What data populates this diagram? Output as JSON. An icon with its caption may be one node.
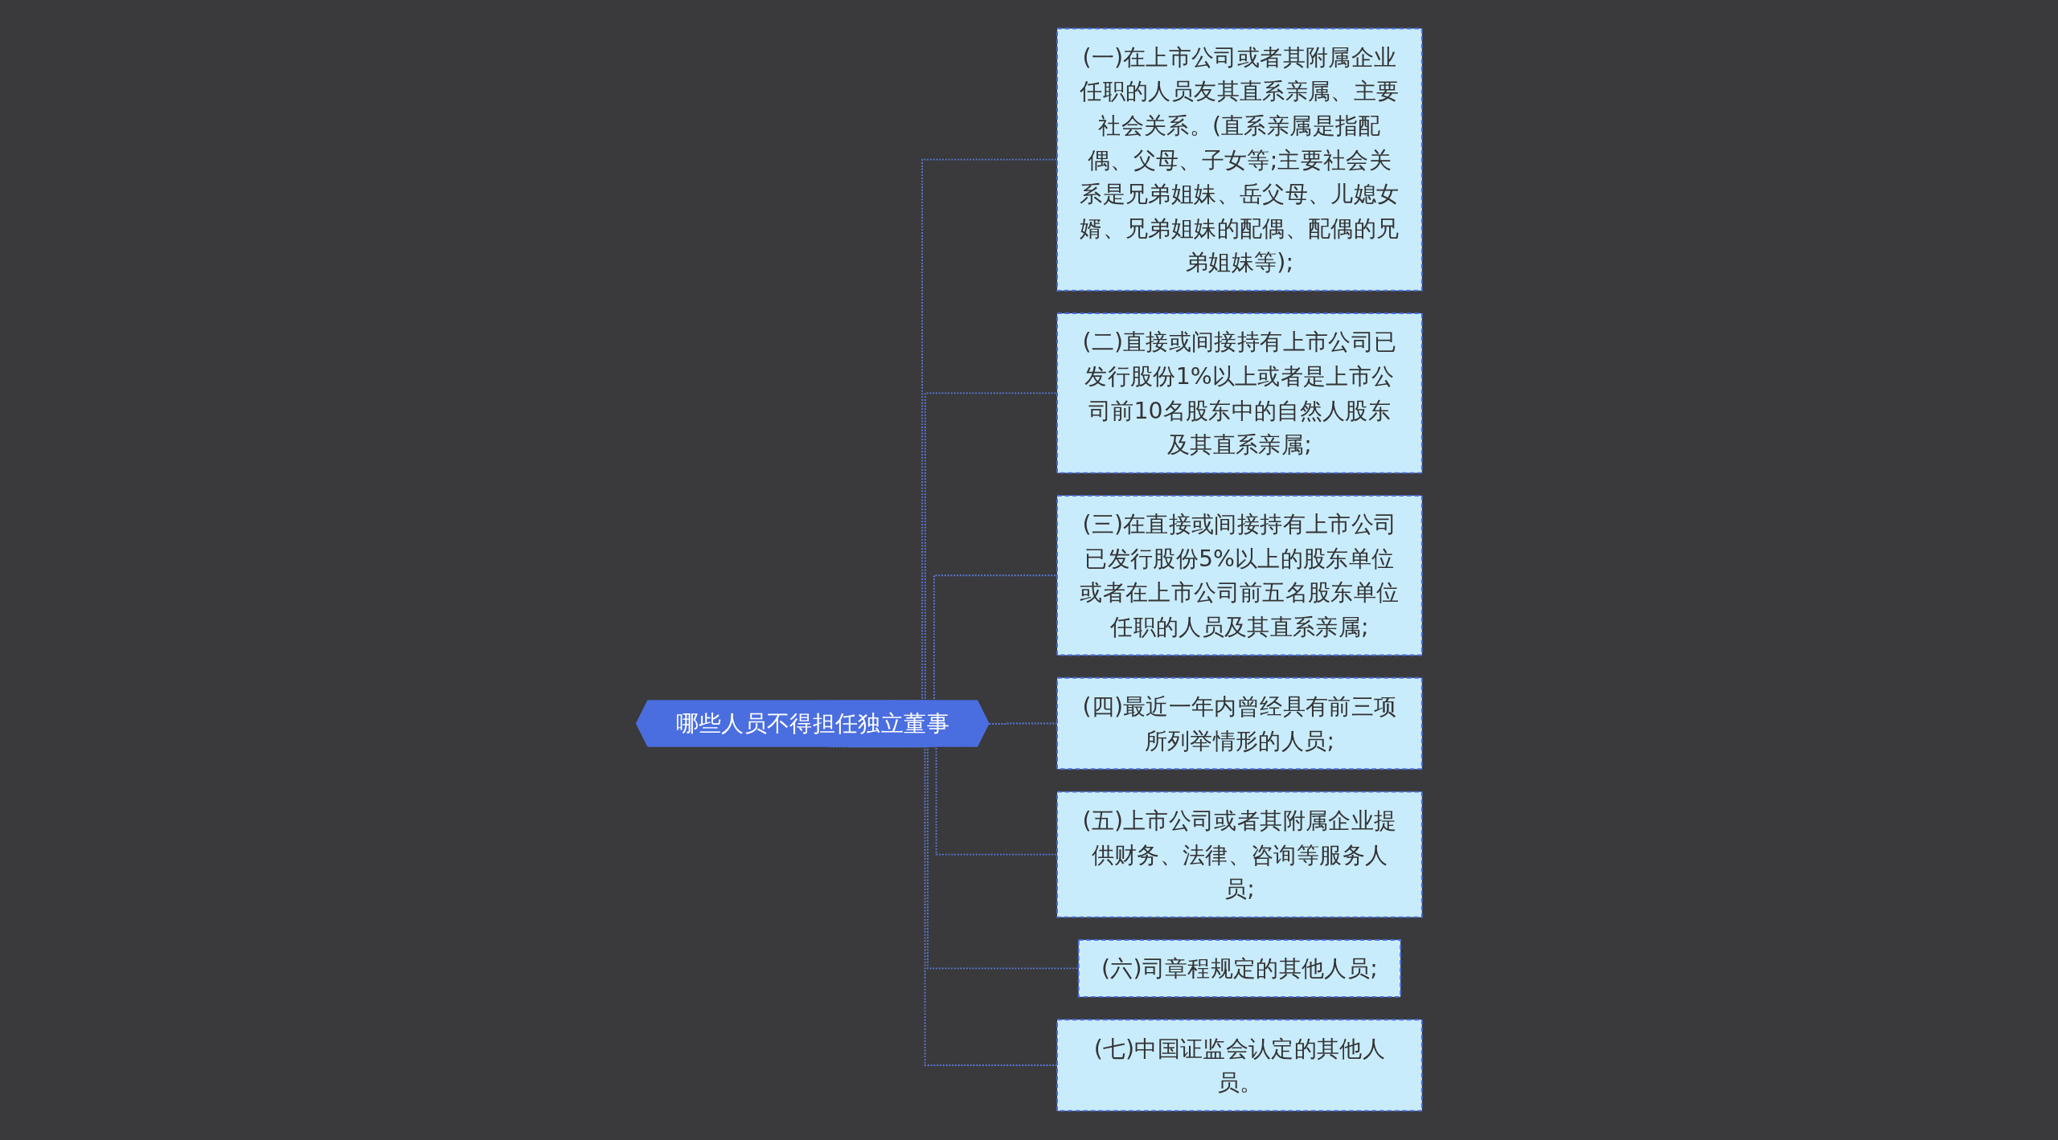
{
  "diagram": {
    "nodes": [
      {
        "text": [
          "哪些人员不得担任独立董事"
        ]
      },
      {
        "text": [
          "(一)在上市公司或者其附属企业任职的人员友其直系亲属、主要社会关系。(直系亲属是指配偶、父母、子女等;主要社会关系是兄弟姐妹、岳父母、儿媳女婿、兄弟姐妹的配偶、配偶的兄弟姐妹等);"
        ]
      },
      {
        "text": [
          "(二)直接或间接持有上市公司已发行股份1%以上或者是上市公司前10名股东中的自然人股东及其直系亲属;"
        ]
      },
      {
        "text": [
          "(三)在直接或间接持有上市公司已发行股份5%以上的股东单位或者在上市公司前五名股东单位任职的人员及其直系亲属;"
        ]
      },
      {
        "text": [
          "(四)最近一年内曾经具有前三项所列举情形的人员;"
        ]
      },
      {
        "text": [
          "(五)上市公司或者其附属企业提供财务、法律、咨询等服务人员;"
        ]
      },
      {
        "text": [
          "(六)司章程规定的其他人员;"
        ]
      },
      {
        "text": [
          "(七)中国证监会认定的其他人员。"
        ]
      }
    ],
    "edges": [
      {
        "from": 0,
        "to": 1,
        "arrow": "none",
        "style": "dashed"
      },
      {
        "from": 0,
        "to": 2,
        "arrow": "none",
        "style": "dashed"
      },
      {
        "from": 0,
        "to": 3,
        "arrow": "none",
        "style": "dashed"
      },
      {
        "from": 0,
        "to": 4,
        "arrow": "none",
        "style": "dashed"
      },
      {
        "from": 0,
        "to": 5,
        "arrow": "none",
        "style": "dashed"
      },
      {
        "from": 0,
        "to": 6,
        "arrow": "none",
        "style": "dashed"
      },
      {
        "from": 0,
        "to": 7,
        "arrow": "none",
        "style": "dashed"
      }
    ]
  }
}
